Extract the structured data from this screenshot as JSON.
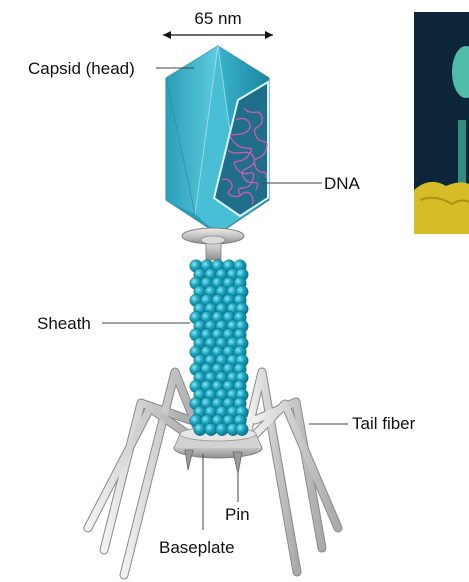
{
  "scale_label": "65 nm",
  "labels": {
    "capsid": "Capsid (head)",
    "dna": "DNA",
    "sheath": "Sheath",
    "tail_fiber": "Tail fiber",
    "pin": "Pin",
    "baseplate": "Baseplate"
  },
  "colors": {
    "capsid": "#3fb6cc",
    "capsid_dark": "#1f8ea6",
    "sheath_bead": "#16a3bd",
    "tail_metal": "#c8c8c8",
    "dna_strand": "#c84fa8",
    "micrograph_bg": "#0a1a2a",
    "micrograph_phage": "#5fd0b8",
    "micrograph_host": "#d8c02a"
  }
}
